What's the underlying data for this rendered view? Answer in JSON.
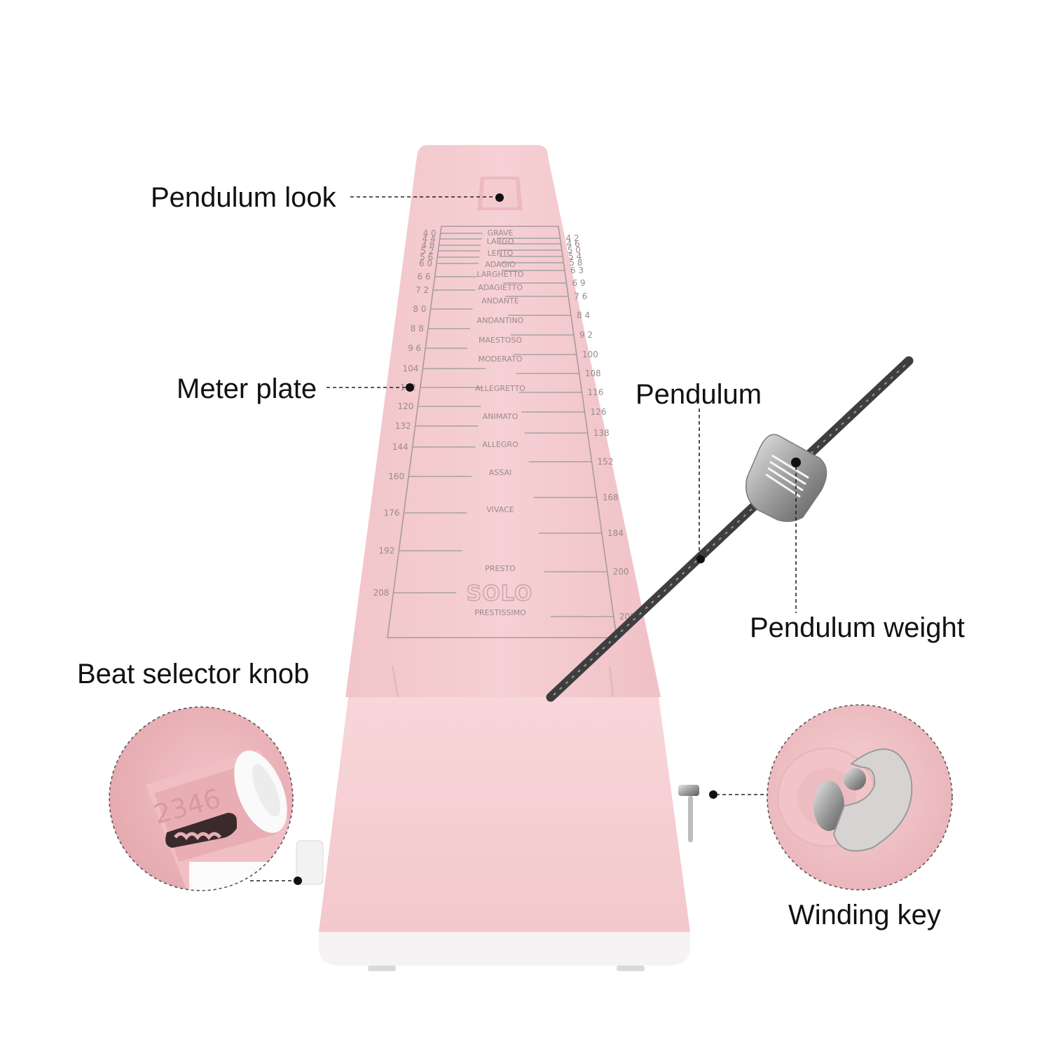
{
  "labels": {
    "pendulum_lock": "Pendulum look",
    "meter_plate": "Meter plate",
    "pendulum": "Pendulum",
    "pendulum_weight": "Pendulum weight",
    "beat_selector": "Beat selector knob",
    "winding_key": "Winding key"
  },
  "scale": {
    "left_numbers": [
      "4 0",
      "4 4",
      "4 8",
      "5 2",
      "5 6",
      "6 0",
      "6 6",
      "7 2",
      "8 0",
      "8 8",
      "9 6",
      "104",
      "112",
      "120",
      "132",
      "144",
      "160",
      "176",
      "192",
      "208"
    ],
    "right_numbers": [
      "4 2",
      "4 6",
      "5 0",
      "5 4",
      "5 8",
      "6 3",
      "6 9",
      "7 6",
      "8 4",
      "9 2",
      "100",
      "108",
      "116",
      "126",
      "138",
      "152",
      "168",
      "184",
      "200",
      "208"
    ],
    "tempo_markings": [
      "GRAVE",
      "LARGO",
      "LENTO",
      "ADAGIO",
      "LARGHETTO",
      "ADAGIETTO",
      "ANDANTE",
      "ANDANTINO",
      "MAESTOSO",
      "MODERATO",
      "ALLEGRETTO",
      "ANIMATO",
      "ALLEGRO",
      "ASSAI",
      "VIVACE",
      "PRESTO",
      "PRESTISSIMO"
    ]
  },
  "brand": "SOLO",
  "beat_selector_digits": "2346",
  "colors": {
    "body_pink": "#f6cfd3",
    "plate_pink": "#f3c3c8",
    "scale_gray": "#9a8a8c",
    "steel": "#5d5d5d"
  }
}
